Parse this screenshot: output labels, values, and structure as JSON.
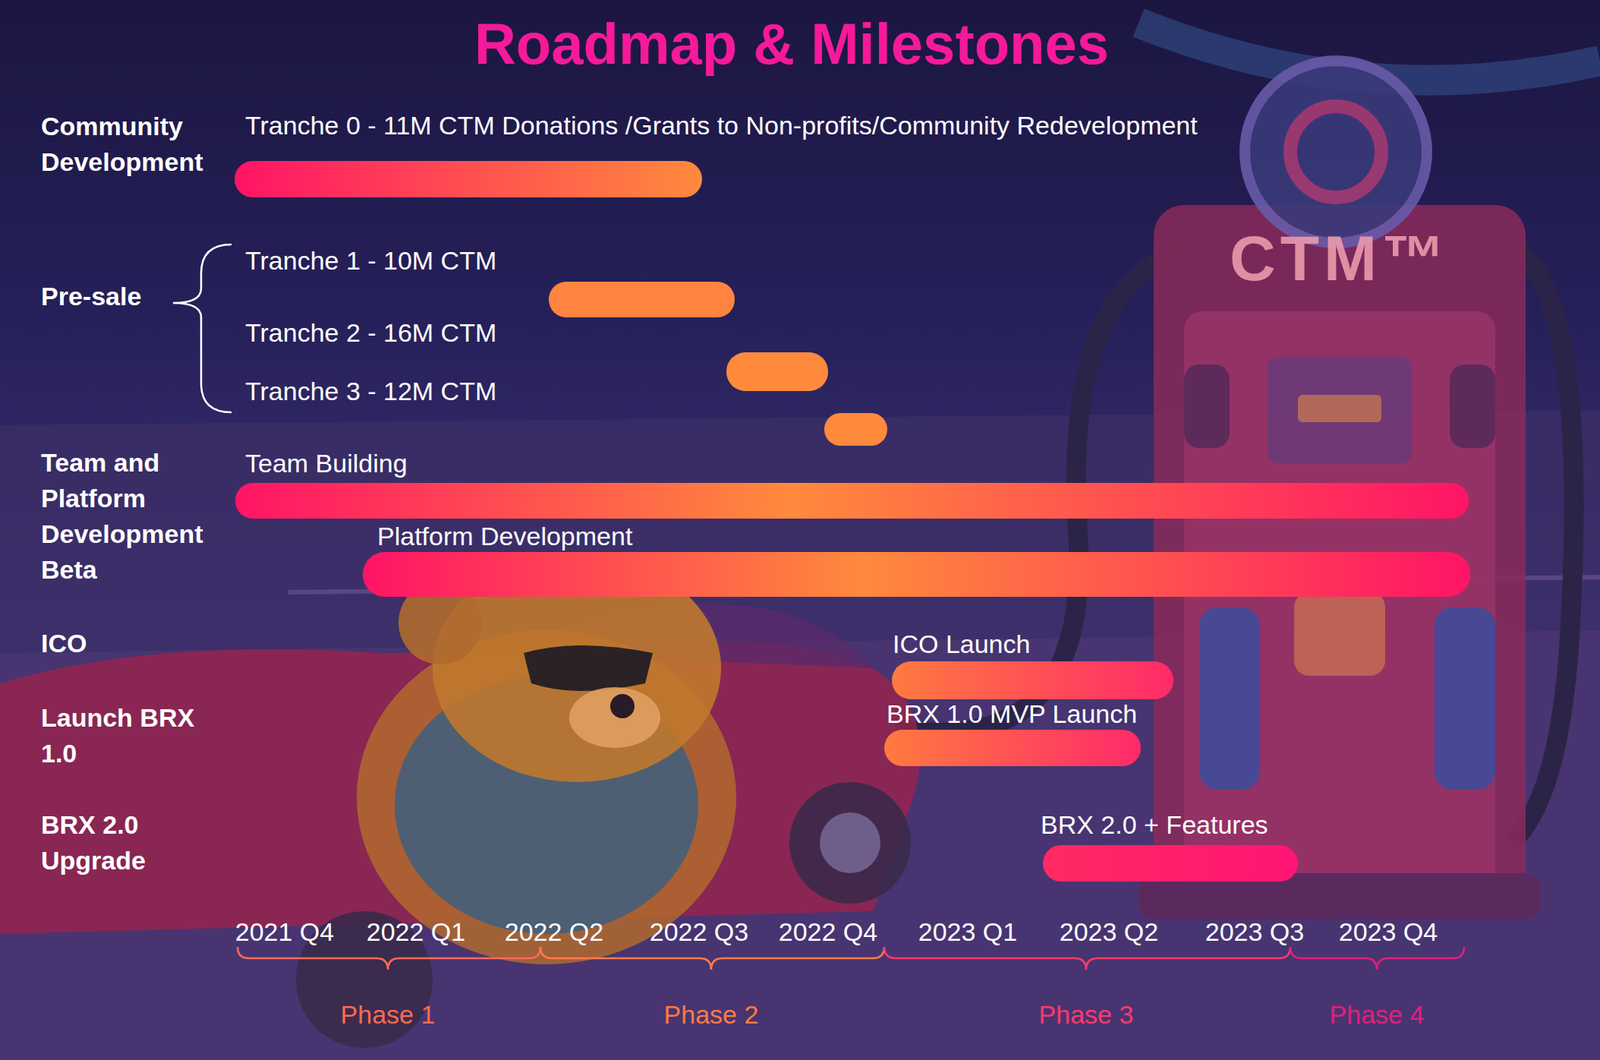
{
  "diagram": {
    "title": "Roadmap & Milestones",
    "labels": [
      "Community Development",
      "Tranche 0 - 11M CTM Donations /Grants to Non-profits/Community Redevelopment",
      "Pre-sale",
      "Tranche 1 - 10M CTM",
      "Tranche 2 - 16M CTM",
      "Tranche 3 - 12M CTM",
      "Team and Platform Development Beta",
      "Team Building",
      "Platform Development",
      "ICO",
      "ICO Launch",
      "Launch BRX 1.0",
      "BRX 1.0 MVP Launch",
      "BRX 2.0 Upgrade",
      "BRX 2.0 + Features",
      "2021 Q4",
      "2022 Q1",
      "2022 Q2",
      "2022 Q3",
      "2022 Q4",
      "2023 Q1",
      "2023 Q2",
      "2023 Q3",
      "2023 Q4",
      "Phase 1",
      "Phase 2",
      "Phase 3",
      "Phase 4",
      "CTM™"
    ]
  }
}
